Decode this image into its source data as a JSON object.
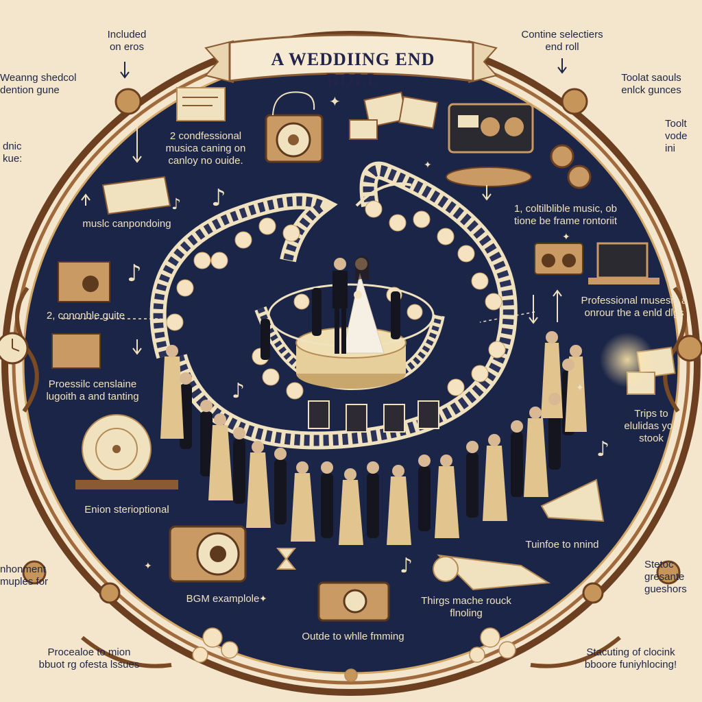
{
  "title": "A WEDDIING END ROLL",
  "colors": {
    "background": "#f3e6cc",
    "navy": "#1b2548",
    "gold": "#e2c58f",
    "brown": "#8a5a32",
    "cream": "#f1e2bf"
  },
  "outer_labels": {
    "top_left_a": "Included\non eros",
    "top_right_a": "Contine selectiers\nend roll",
    "left_1": "Weanng shedcol\ndention gune",
    "left_2": "dnic\nkue:",
    "right_1": "Toolat saouls\nenlck gunces",
    "right_2": "Toolt\nvode\nini",
    "right_3": "Stetoc\ngresante\ngueshors",
    "left_3": "nhonment\nmuples for",
    "bottom_left": "Procealoe to mion\nbbuot rg ofesta lssues",
    "bottom_right": "Stacuting of clocink\nbboore funiyhlocing!"
  },
  "inner_labels": {
    "a": "2 condfessional\nmusica caning on\ncanloy no ouide.",
    "b": "muslc canpondoing",
    "c": "2, cononble guite",
    "d": "Proessilc censlaine\nlugoith a and tanting",
    "e": "Enion sterioptional",
    "f": "BGM examplole",
    "g": "Outde to whlle fmming",
    "h": "Thirgs mache rouck\nflnoling",
    "i": "1, coltilblible music, ob\ntione be frame rontoriit",
    "j": "Professional musesio a\nonrour the a enld dlgs",
    "k": "Trips to\nelulidas you\nstook",
    "l": "Tuinfoe to nnind"
  },
  "icons": [
    "film-reel-icon",
    "camera-icon",
    "speaker-icon",
    "book-icon",
    "music-note-icon",
    "laptop-icon",
    "radio-icon",
    "megaphone-icon",
    "vinyl-icon",
    "hourglass-icon",
    "clock-icon",
    "flower-icon",
    "photo-icon",
    "scroll-icon",
    "envelope-icon"
  ]
}
